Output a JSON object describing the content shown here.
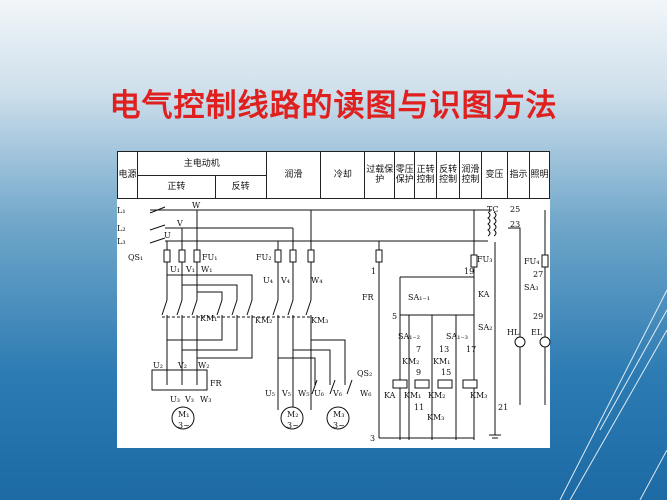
{
  "slide": {
    "title": "电气控制线路的读图与识图方法"
  },
  "header": {
    "power": "电源",
    "main_motor": "主电动机",
    "forward": "正转",
    "reverse": "反转",
    "lubrication": "润滑",
    "cooling": "冷却",
    "overload": "过载保护",
    "zero_voltage": "零压保护",
    "forward_ctrl": "正转控制",
    "reverse_ctrl": "反转控制",
    "lube_ctrl": "润滑控制",
    "transformer": "变压",
    "indicator": "指示",
    "lighting": "照明"
  },
  "labels": {
    "L1": "L₁",
    "L2": "L₂",
    "L3": "L₃",
    "QS1": "QS₁",
    "W": "W",
    "V": "V",
    "U": "U",
    "FU1": "FU₁",
    "U1": "U₁",
    "V1": "V₁",
    "W1": "W₁",
    "FU2": "FU₂",
    "U4": "U₄",
    "V4": "V₄",
    "W4": "W₄",
    "KM1": "KM₁",
    "KM2": "KM₂",
    "KM3": "KM₃",
    "U2": "U₂",
    "V2": "V₂",
    "W2": "W₂",
    "FR": "FR",
    "U3": "U₃",
    "V3": "V₃",
    "W3": "W₃",
    "M1": "M₁",
    "M2": "M₂",
    "M3": "M₃",
    "phase": "3~",
    "U5": "U₅",
    "V5": "V₅",
    "W5": "W₅",
    "U6": "U₆",
    "V6": "V₆",
    "W6": "W₆",
    "QS2": "QS₂",
    "n1": "1",
    "n3": "3",
    "n5": "5",
    "n7": "7",
    "n9": "9",
    "n11": "11",
    "n13": "13",
    "n15": "15",
    "n17": "17",
    "n19": "19",
    "n21": "21",
    "n23": "23",
    "n25": "25",
    "n27": "27",
    "n29": "29",
    "TC": "TC",
    "FU3": "FU₃",
    "FU4": "FU₄",
    "SA11": "SA₁₋₁",
    "SA12": "SA₁₋₂",
    "SA13": "SA₁₋₃",
    "SA2": "SA₂",
    "SA3": "SA₃",
    "KA": "KA",
    "HL": "HL",
    "EL": "EL"
  },
  "colors": {
    "title": "#e0201f",
    "background_top": "#f2f6f9",
    "background_bottom": "#1d6aa4"
  }
}
